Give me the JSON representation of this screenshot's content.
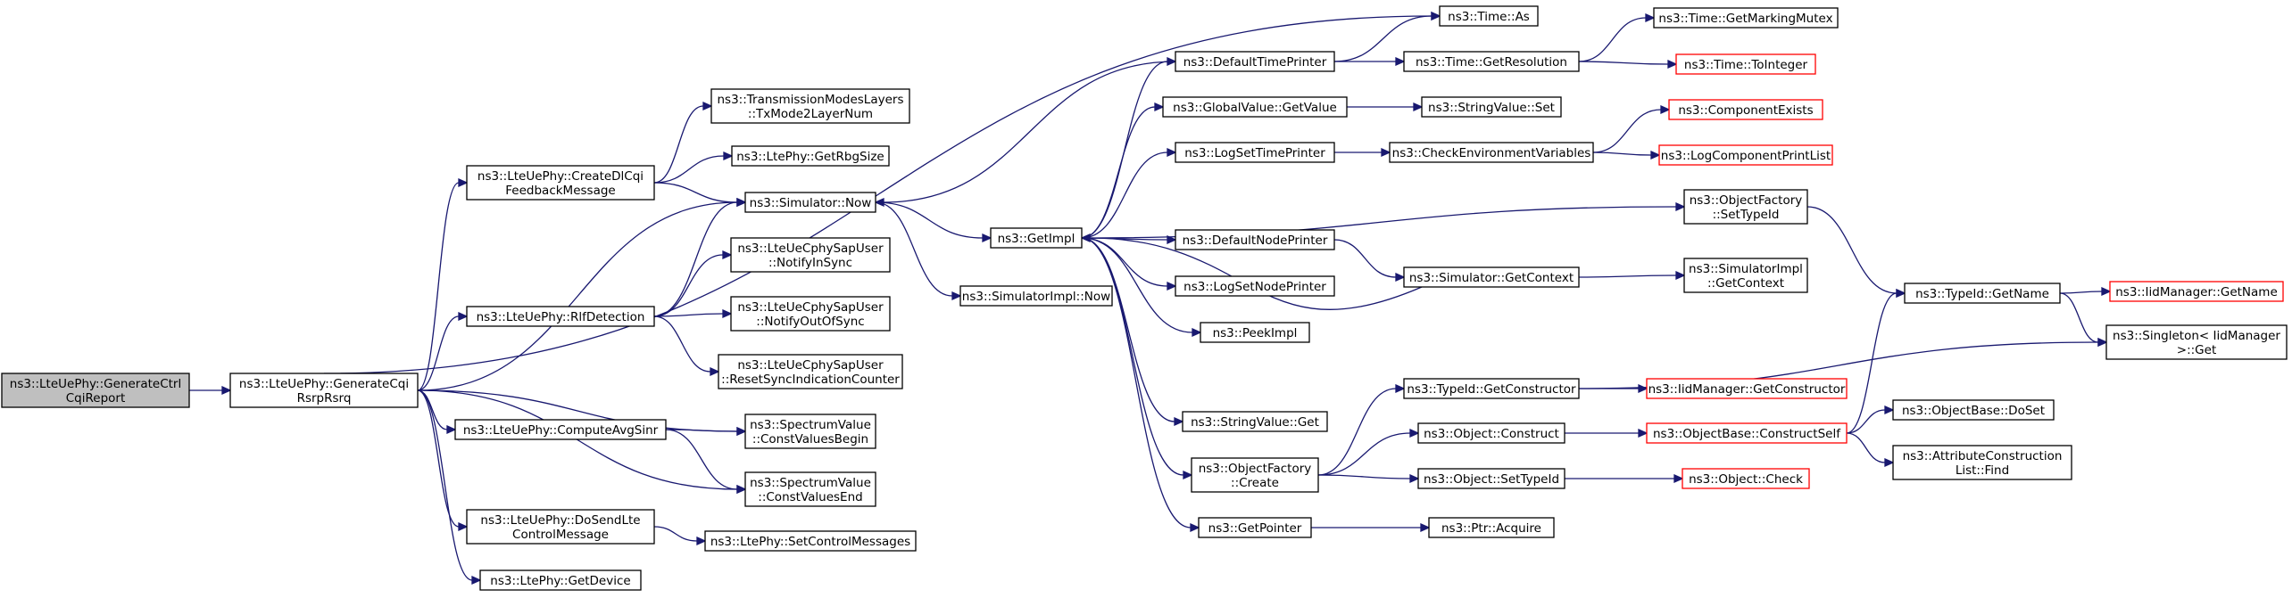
{
  "graph": {
    "colors": {
      "edge": "#191970",
      "node_border_normal": "#000000",
      "node_border_truncated": "#ff0000",
      "root_fill": "#bfbfbf",
      "node_fill": "#ffffff"
    },
    "nodes": {
      "root": {
        "lines": [
          "ns3::LteUePhy::GenerateCtrl",
          "CqiReport"
        ]
      },
      "gen": {
        "lines": [
          "ns3::LteUePhy::GenerateCqi",
          "RsrpRsrq"
        ]
      },
      "createdl": {
        "lines": [
          "ns3::LteUePhy::CreateDlCqi",
          "FeedbackMessage"
        ]
      },
      "rlf": {
        "lines": [
          "ns3::LteUePhy::RlfDetection"
        ]
      },
      "avgsinr": {
        "lines": [
          "ns3::LteUePhy::ComputeAvgSinr"
        ]
      },
      "dosend": {
        "lines": [
          "ns3::LteUePhy::DoSendLte",
          "ControlMessage"
        ]
      },
      "getdev": {
        "lines": [
          "ns3::LtePhy::GetDevice"
        ]
      },
      "txmode": {
        "lines": [
          "ns3::TransmissionModesLayers",
          "::TxMode2LayerNum"
        ]
      },
      "rbg": {
        "lines": [
          "ns3::LtePhy::GetRbgSize"
        ]
      },
      "now": {
        "lines": [
          "ns3::Simulator::Now"
        ]
      },
      "insync": {
        "lines": [
          "ns3::LteUeCphySapUser",
          "::NotifyInSync"
        ]
      },
      "outsync": {
        "lines": [
          "ns3::LteUeCphySapUser",
          "::NotifyOutOfSync"
        ]
      },
      "reset": {
        "lines": [
          "ns3::LteUeCphySapUser",
          "::ResetSyncIndicationCounter"
        ]
      },
      "cvbegin": {
        "lines": [
          "ns3::SpectrumValue",
          "::ConstValuesBegin"
        ]
      },
      "cvend": {
        "lines": [
          "ns3::SpectrumValue",
          "::ConstValuesEnd"
        ]
      },
      "setctrl": {
        "lines": [
          "ns3::LtePhy::SetControlMessages"
        ]
      },
      "timeas": {
        "lines": [
          "ns3::Time::As"
        ]
      },
      "getimpl": {
        "lines": [
          "ns3::GetImpl"
        ]
      },
      "simimplnow": {
        "lines": [
          "ns3::SimulatorImpl::Now"
        ]
      },
      "dtp": {
        "lines": [
          "ns3::DefaultTimePrinter"
        ]
      },
      "gvgetvalue": {
        "lines": [
          "ns3::GlobalValue::GetValue"
        ]
      },
      "logsettp": {
        "lines": [
          "ns3::LogSetTimePrinter"
        ]
      },
      "dnp": {
        "lines": [
          "ns3::DefaultNodePrinter"
        ]
      },
      "logsetnp": {
        "lines": [
          "ns3::LogSetNodePrinter"
        ]
      },
      "peekimpl": {
        "lines": [
          "ns3::PeekImpl"
        ]
      },
      "svget": {
        "lines": [
          "ns3::StringValue::Get"
        ]
      },
      "ofcreate": {
        "lines": [
          "ns3::ObjectFactory",
          "::Create"
        ]
      },
      "getpointer": {
        "lines": [
          "ns3::GetPointer"
        ]
      },
      "getres": {
        "lines": [
          "ns3::Time::GetResolution"
        ]
      },
      "svset": {
        "lines": [
          "ns3::StringValue::Set"
        ]
      },
      "checkenv": {
        "lines": [
          "ns3::CheckEnvironmentVariables"
        ]
      },
      "simgetctx": {
        "lines": [
          "ns3::Simulator::GetContext"
        ]
      },
      "tidgetctor": {
        "lines": [
          "ns3::TypeId::GetConstructor"
        ]
      },
      "objconstruct": {
        "lines": [
          "ns3::Object::Construct"
        ]
      },
      "objsettid": {
        "lines": [
          "ns3::Object::SetTypeId"
        ]
      },
      "ptracquire": {
        "lines": [
          "ns3::Ptr::Acquire"
        ]
      },
      "getmarking": {
        "lines": [
          "ns3::Time::GetMarkingMutex"
        ]
      },
      "tointeger": {
        "lines": [
          "ns3::Time::ToInteger"
        ]
      },
      "compexists": {
        "lines": [
          "ns3::ComponentExists"
        ]
      },
      "logcompprint": {
        "lines": [
          "ns3::LogComponentPrintList"
        ]
      },
      "ofsettid": {
        "lines": [
          "ns3::ObjectFactory",
          "::SetTypeId"
        ]
      },
      "simimplctx": {
        "lines": [
          "ns3::SimulatorImpl",
          "::GetContext"
        ]
      },
      "iidgetctor": {
        "lines": [
          "ns3::IidManager::GetConstructor"
        ]
      },
      "obconstself": {
        "lines": [
          "ns3::ObjectBase::ConstructSelf"
        ]
      },
      "objcheck": {
        "lines": [
          "ns3::Object::Check"
        ]
      },
      "tidgetname": {
        "lines": [
          "ns3::TypeId::GetName"
        ]
      },
      "iidgetname": {
        "lines": [
          "ns3::IidManager::GetName"
        ]
      },
      "singleton": {
        "lines": [
          "ns3::Singleton< IidManager",
          ">::Get"
        ]
      },
      "obdoset": {
        "lines": [
          "ns3::ObjectBase::DoSet"
        ]
      },
      "attrfind": {
        "lines": [
          "ns3::AttributeConstruction",
          "List::Find"
        ]
      }
    }
  }
}
